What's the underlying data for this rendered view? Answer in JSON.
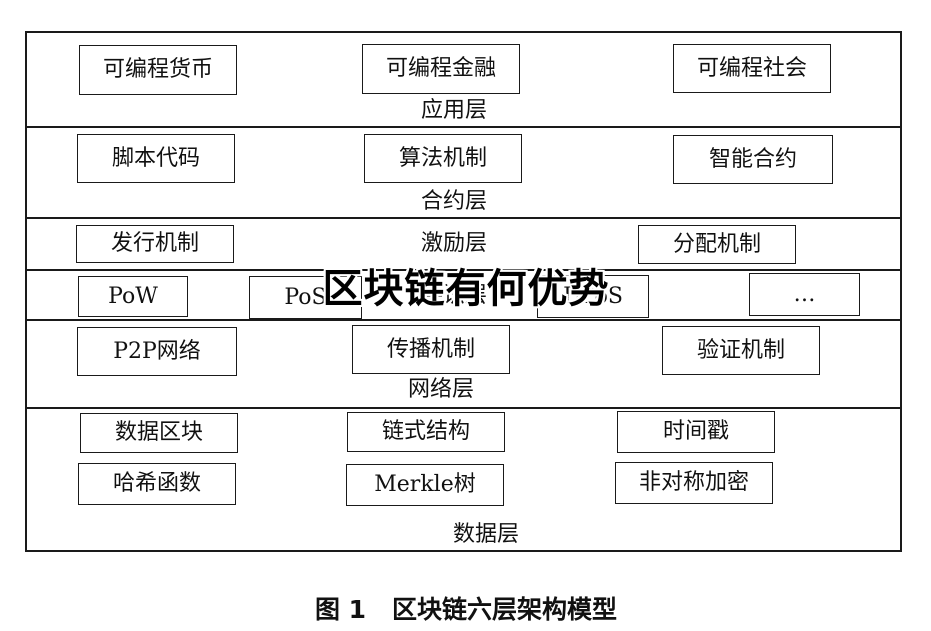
{
  "layers": {
    "application": {
      "label": "应用层",
      "items": [
        "可编程货币",
        "可编程金融",
        "可编程社会"
      ]
    },
    "contract": {
      "label": "合约层",
      "items": [
        "脚本代码",
        "算法机制",
        "智能合约"
      ]
    },
    "incentive": {
      "label": "激励层",
      "items": [
        "发行机制",
        "分配机制"
      ]
    },
    "consensus": {
      "label": "共识层",
      "items": [
        "PoW",
        "PoS",
        "DPoS",
        "…"
      ]
    },
    "network": {
      "label": "网络层",
      "items": [
        "P2P网络",
        "传播机制",
        "验证机制"
      ]
    },
    "data": {
      "label": "数据层",
      "items": [
        "数据区块",
        "链式结构",
        "时间戳",
        "哈希函数",
        "Merkle树",
        "非对称加密"
      ]
    }
  },
  "watermark": "区块链有何优势",
  "caption": {
    "figure_number": "图 1",
    "title": "区块链六层架构模型"
  }
}
